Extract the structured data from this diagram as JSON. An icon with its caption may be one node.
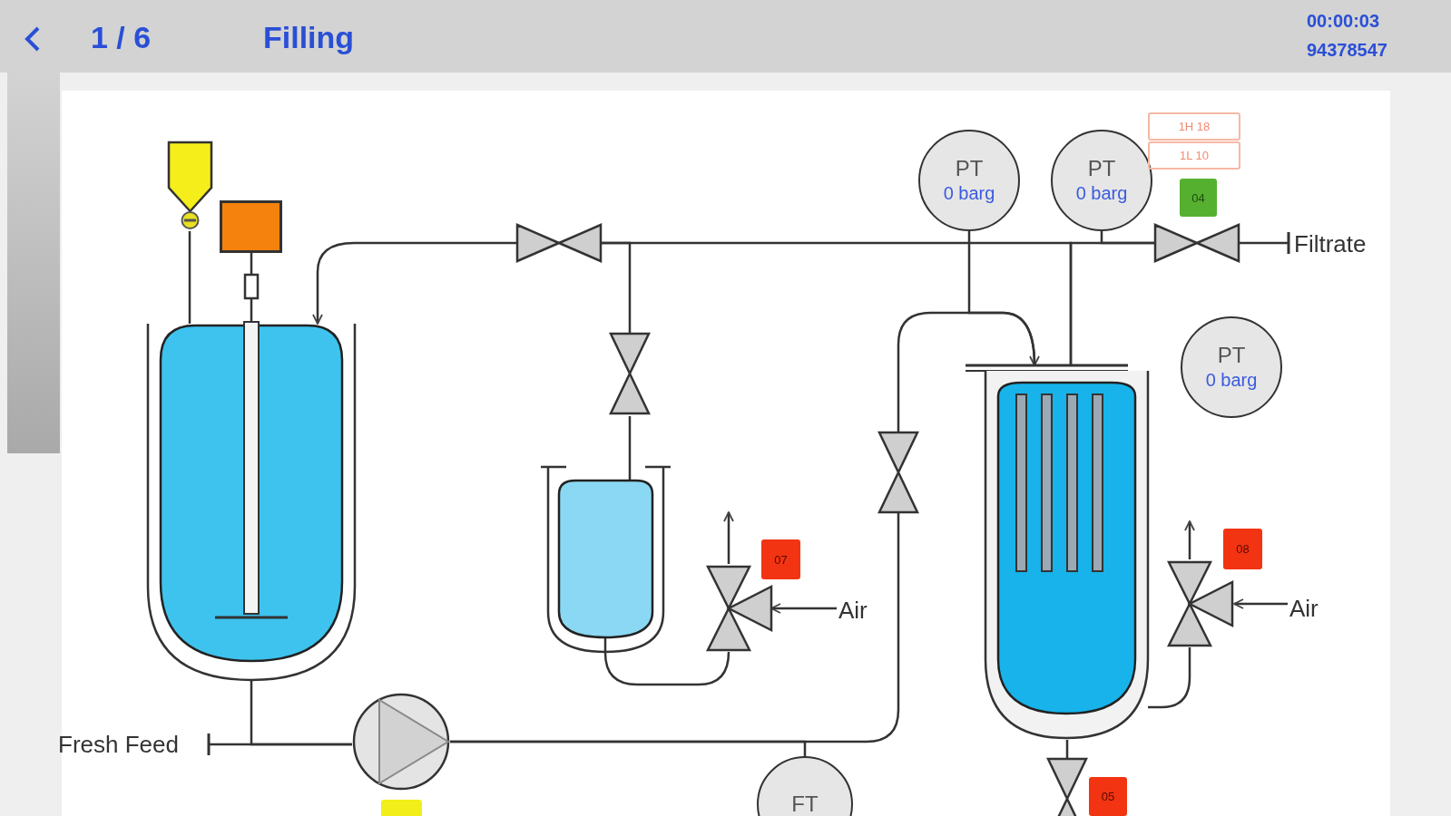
{
  "diagram": {
    "nodes": [
      {
        "text": [
          "Fresh Feed"
        ]
      },
      {
        "text": [],
        "shape": "cylinder"
      },
      {
        "text": [],
        "shape": "box"
      },
      {
        "text": [],
        "shape": "box"
      },
      {
        "text": [],
        "shape": "circle"
      },
      {
        "text": [
          "FT"
        ]
      },
      {
        "text": [],
        "shape": "valve"
      },
      {
        "text": [],
        "shape": "cylinder"
      },
      {
        "text": [],
        "shape": "valve"
      },
      {
        "text": [
          "PT",
          "0 barg"
        ]
      },
      {
        "text": [
          "PT",
          "0 barg"
        ]
      },
      {
        "text": [
          "PT",
          "0 barg"
        ]
      },
      {
        "text": [],
        "shape": "valve"
      },
      {
        "text": [],
        "shape": "valve"
      },
      {
        "text": [],
        "shape": "cylinder"
      },
      {
        "text": [],
        "shape": "valve"
      },
      {
        "text": [
          "Air"
        ]
      },
      {
        "text": [],
        "shape": "valve"
      },
      {
        "text": [
          "Air"
        ]
      },
      {
        "text": [],
        "shape": "valve"
      },
      {
        "text": [
          "Filtrate"
        ]
      }
    ],
    "edges": [
      {
        "from": 0,
        "to": 4,
        "arrow": "other"
      },
      {
        "from": 1,
        "to": 4,
        "arrow": "none"
      },
      {
        "from": 4,
        "to": 6,
        "arrow": "none"
      },
      {
        "from": 4,
        "to": 5,
        "arrow": "none"
      },
      {
        "from": 6,
        "to": 7,
        "arrow": "to"
      },
      {
        "from": 9,
        "to": 7,
        "arrow": "none"
      },
      {
        "from": 7,
        "to": 12,
        "arrow": "none"
      },
      {
        "from": 12,
        "to": 1,
        "arrow": "to"
      },
      {
        "from": 13,
        "to": 12,
        "arrow": "none"
      },
      {
        "from": 13,
        "to": 14,
        "arrow": "none"
      },
      {
        "from": 14,
        "to": 15,
        "arrow": "none"
      },
      {
        "from": 16,
        "to": 15,
        "arrow": "to"
      },
      {
        "from": 15,
        "to": null,
        "arrow": "to"
      },
      {
        "from": 7,
        "to": 19,
        "arrow": "none"
      },
      {
        "from": 10,
        "to": 19,
        "arrow": "none"
      },
      {
        "from": 19,
        "to": 20,
        "arrow": "other"
      },
      {
        "from": 7,
        "to": 17,
        "arrow": "none"
      },
      {
        "from": 18,
        "to": 17,
        "arrow": "to"
      },
      {
        "from": 17,
        "to": null,
        "arrow": "to"
      },
      {
        "from": 7,
        "to": 8,
        "arrow": "none"
      },
      {
        "from": 2,
        "to": 1,
        "arrow": "none"
      },
      {
        "from": 3,
        "to": 1,
        "arrow": "none"
      }
    ],
    "labels": [
      "1 / 6",
      "Filling",
      "00:00:03",
      "94378547",
      "1H 18",
      "1L 10",
      "04",
      "07",
      "08",
      "05"
    ]
  }
}
